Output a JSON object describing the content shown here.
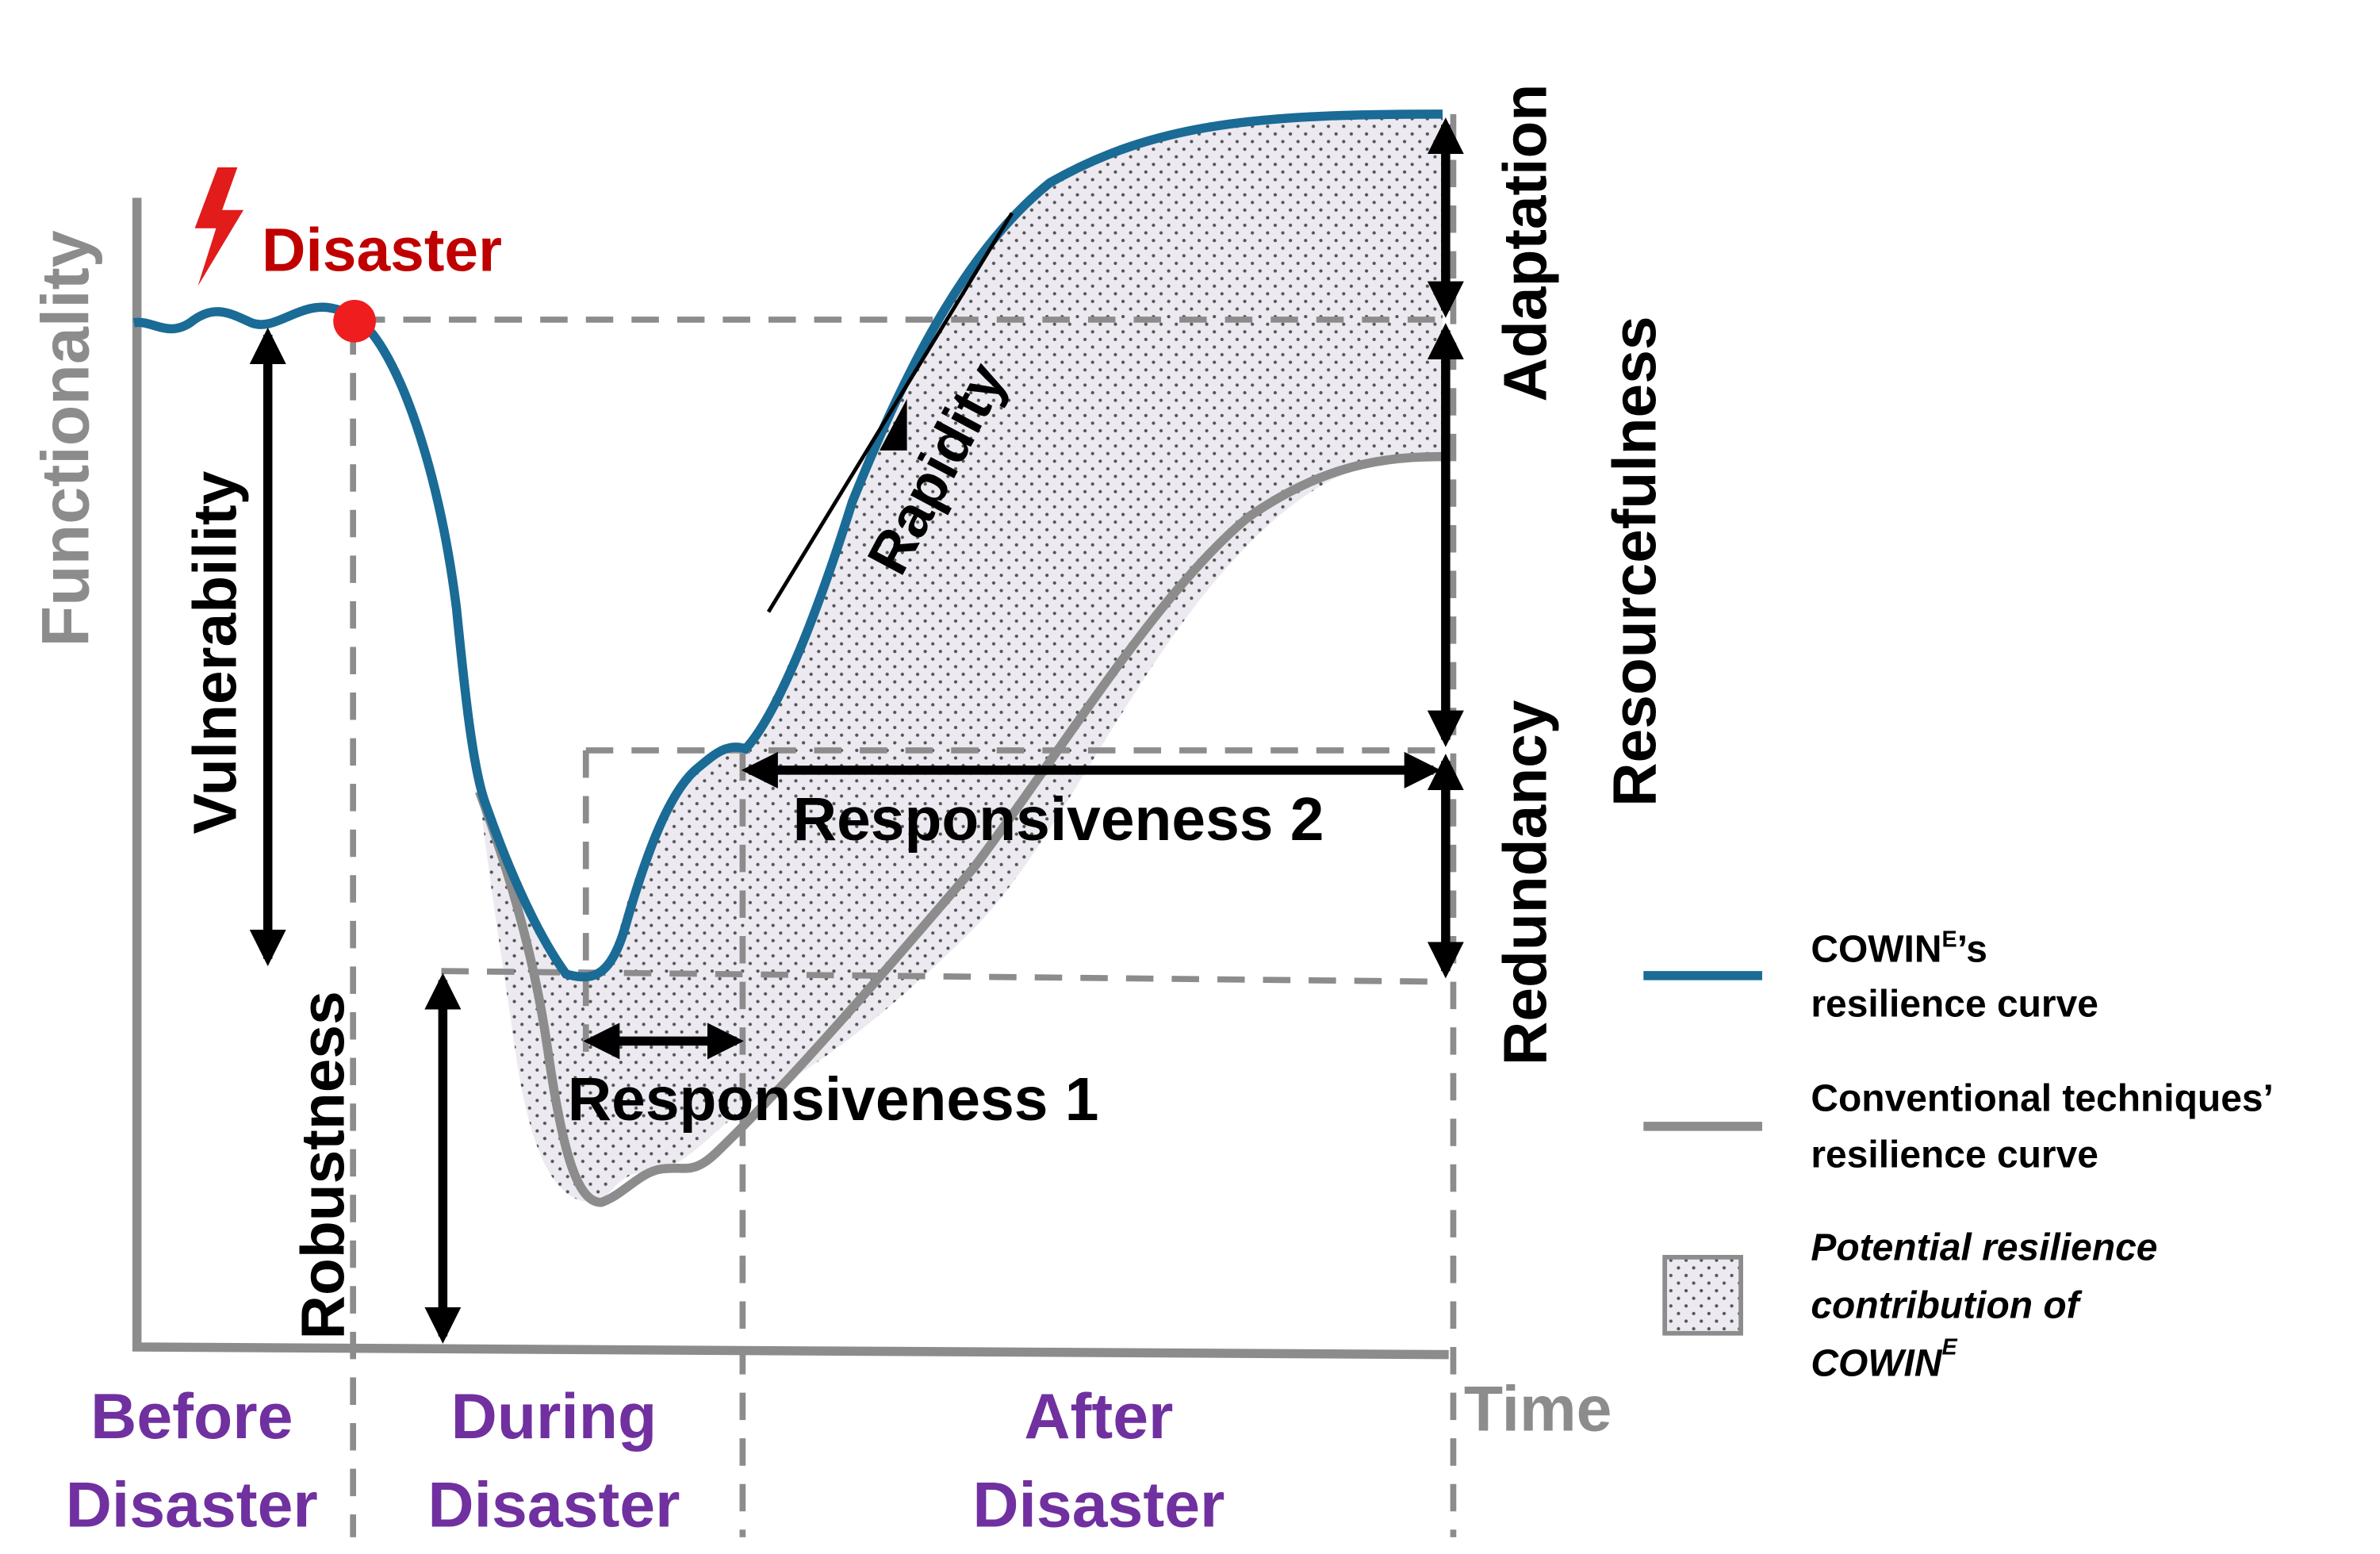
{
  "axes": {
    "y_label": "Functionality",
    "x_label": "Time"
  },
  "event": {
    "label": "Disaster",
    "color": "#c00000"
  },
  "phases": {
    "before_line1": "Before",
    "before_line2": "Disaster",
    "during_line1": "During",
    "during_line2": "Disaster",
    "after_line1": "After",
    "after_line2": "Disaster"
  },
  "metrics": {
    "vulnerability": "Vulnerability",
    "robustness": "Robustness",
    "rapidity": "Rapidity",
    "responsiveness_1": "Responsiveness 1",
    "responsiveness_2": "Responsiveness 2",
    "adaptation": "Adaptation",
    "redundancy": "Redundancy",
    "resourcefulness": "Resourcefulness"
  },
  "legend": {
    "cowin_curve_line1_prefix": "COWIN",
    "cowin_curve_line1_sup": "E",
    "cowin_curve_line1_suffix": "’s",
    "cowin_curve_line2": "resilience curve",
    "cowin_color": "#1a6b96",
    "conventional_line1": "Conventional techniques’",
    "conventional_line2": "resilience curve",
    "conventional_color": "#8c8c8c",
    "potential_line1": "Potential resilience",
    "potential_line2": "contribution of",
    "potential_line3_prefix": "COWIN",
    "potential_line3_sup": "E"
  },
  "icons": {
    "disaster_marker": "lightning-bolt-icon",
    "disaster_point": "red-dot-icon"
  }
}
